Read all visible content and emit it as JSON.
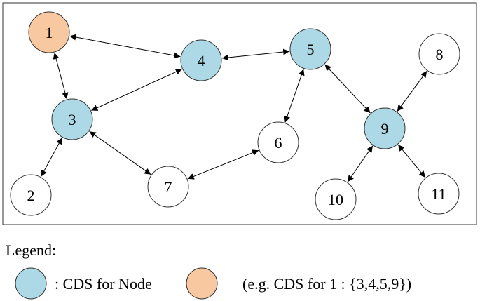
{
  "diagram": {
    "colors": {
      "cds": "#add8e6",
      "source": "#f8c8a0",
      "plain": "#ffffff"
    },
    "nodes": [
      {
        "id": "1",
        "label": "1",
        "role": "source"
      },
      {
        "id": "2",
        "label": "2",
        "role": "plain"
      },
      {
        "id": "3",
        "label": "3",
        "role": "cds"
      },
      {
        "id": "4",
        "label": "4",
        "role": "cds"
      },
      {
        "id": "5",
        "label": "5",
        "role": "cds"
      },
      {
        "id": "6",
        "label": "6",
        "role": "plain"
      },
      {
        "id": "7",
        "label": "7",
        "role": "plain"
      },
      {
        "id": "8",
        "label": "8",
        "role": "plain"
      },
      {
        "id": "9",
        "label": "9",
        "role": "cds"
      },
      {
        "id": "10",
        "label": "10",
        "role": "plain"
      },
      {
        "id": "11",
        "label": "11",
        "role": "plain"
      }
    ],
    "edges": [
      [
        "1",
        "4"
      ],
      [
        "1",
        "3"
      ],
      [
        "4",
        "5"
      ],
      [
        "4",
        "3"
      ],
      [
        "3",
        "2"
      ],
      [
        "3",
        "7"
      ],
      [
        "7",
        "6"
      ],
      [
        "6",
        "5"
      ],
      [
        "5",
        "9"
      ],
      [
        "9",
        "8"
      ],
      [
        "9",
        "10"
      ],
      [
        "9",
        "11"
      ]
    ]
  },
  "legend": {
    "title": "Legend:",
    "cds_text": ": CDS for Node",
    "example_text": "(e.g. CDS for 1 : {3,4,5,9})"
  }
}
